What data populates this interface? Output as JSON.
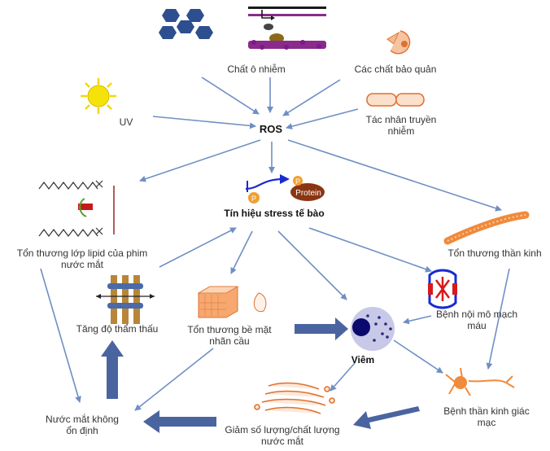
{
  "labels": {
    "pollutants": "Chất ô nhiễm",
    "preservatives": "Các chất bảo quản",
    "uv": "UV",
    "ros": "ROS",
    "infectious_agents_1": "Tác nhân truyền",
    "infectious_agents_2": "nhiễm",
    "stress_signal": "Tín hiệu stress tế bào",
    "protein": "Protein",
    "p_mark": "P",
    "lipid_damage_1": "Tổn thương lớp lipid của phim",
    "lipid_damage_2": "nước mắt",
    "nerve_damage": "Tổn thương thần kinh",
    "osmolarity": "Tăng độ thẩm thấu",
    "surface_damage_1": "Tổn thương bề mặt",
    "surface_damage_2": "nhãn cầu",
    "endothelial_1": "Bệnh nội mô mạch",
    "endothelial_2": "máu",
    "inflammation": "Viêm",
    "unstable_tear_1": "Nước mắt không",
    "unstable_tear_2": "ổn định",
    "tear_reduction_1": "Giảm số lượng/chất lượng",
    "tear_reduction_2": "nước mắt",
    "corneal_neuropathy_1": "Bệnh thần kinh giác",
    "corneal_neuropathy_2": "mạc"
  },
  "colors": {
    "thin_arrow": "#6f8fc4",
    "block_arrow": "#4a64a0",
    "orange": "#f08a3c",
    "sun": "#f5d60a",
    "hexagon": "#2e4f8f",
    "protein": "#8b3512",
    "phosphate": "#f0a030",
    "cell_nucleus": "#0a0a6e",
    "cell_body": "#c8c8e8"
  }
}
